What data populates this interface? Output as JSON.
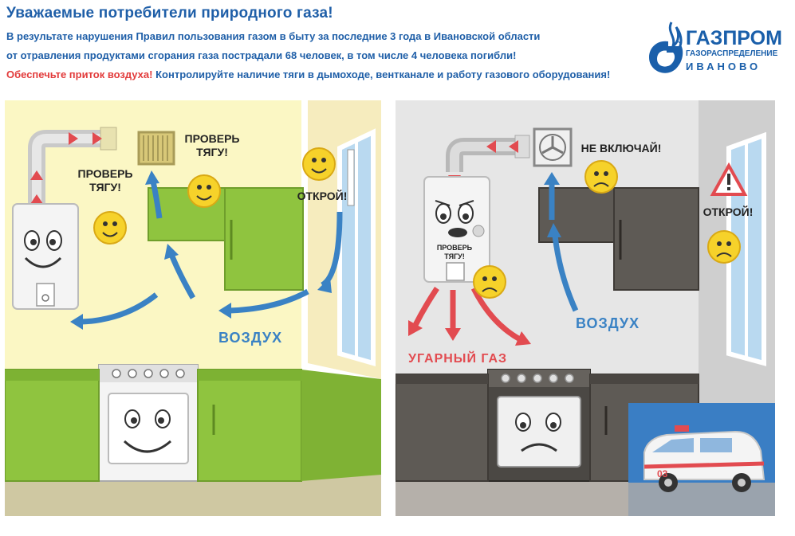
{
  "header": {
    "title": "Уважаемые потребители природного газа!",
    "line1": "В результате нарушения Правил пользования газом в быту за последние 3 года в Ивановской области",
    "line2": "от отравления продуктами сгорания газа пострадали 68 человек, в том числе 4 человека погибли!",
    "line3_red": "Обеспечьте приток воздуха!",
    "line3_rest": " Контролируйте наличие тяги в дымоходе, вентканале и работу газового оборудования!"
  },
  "logo": {
    "name": "ГАЗПРОМ",
    "sub": "ГАЗОРАСПРЕДЕЛЕНИЕ",
    "city": "ИВАНОВО",
    "color": "#1a5faa"
  },
  "left_panel": {
    "check_draft_1": [
      "ПРОВЕРЬ",
      "ТЯГУ!"
    ],
    "check_draft_2": [
      "ПРОВЕРЬ",
      "ТЯГУ!"
    ],
    "open": "ОТКРОЙ!",
    "air": "ВОЗДУХ",
    "wall_color": "#fbf7c4",
    "cabinet_color": "#8fc43f"
  },
  "right_panel": {
    "dont_turn_on": "НЕ ВКЛЮЧАЙ!",
    "open": "ОТКРОЙ!",
    "heater_label": [
      "ПРОВЕРЬ",
      "ТЯГУ!"
    ],
    "air": "ВОЗДУХ",
    "co": "УГАРНЫЙ ГАЗ",
    "wall_color": "#e6e6e6",
    "cabinet_color": "#5e5a55",
    "ambulance_number": "03"
  },
  "colors": {
    "blue_arrow": "#3a82c4",
    "red_arrow": "#e24b50",
    "title_blue": "#1f5fa8"
  }
}
